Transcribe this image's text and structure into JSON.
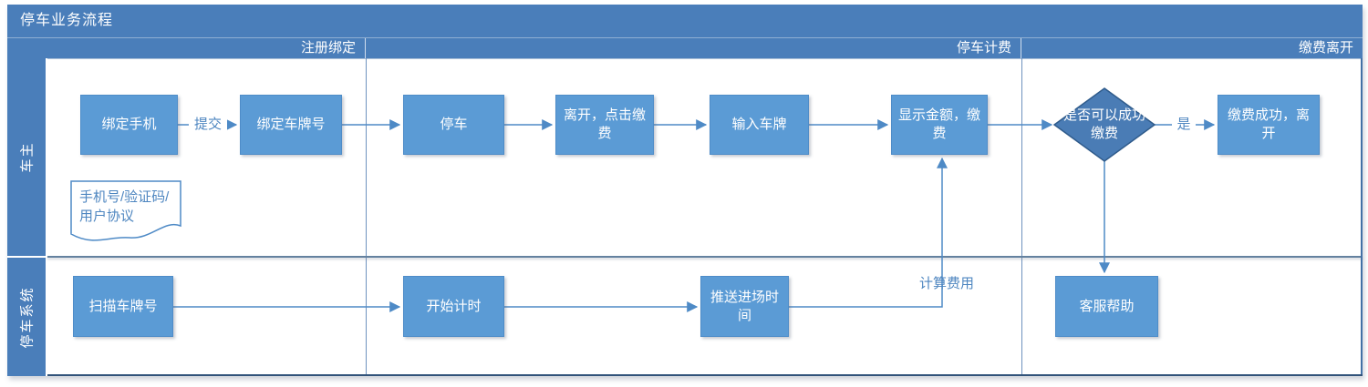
{
  "title": "停车业务流程",
  "phases": [
    {
      "label": "注册绑定"
    },
    {
      "label": "停车计费"
    },
    {
      "label": "缴费离开"
    }
  ],
  "lanes": [
    {
      "label": "车主"
    },
    {
      "label": "停车系统"
    }
  ],
  "nodes": {
    "bind_phone": "绑定手机",
    "bind_plate": "绑定车牌号",
    "park": "停车",
    "leave_click_pay": "离开，点击缴费",
    "enter_plate": "输入车牌",
    "show_amount_pay": "显示金额，缴费",
    "can_pay_success": "是否可以成功缴费",
    "pay_success_leave": "缴费成功，离开",
    "doc_note": "手机号/验证码/用户协议",
    "scan_plate": "扫描车牌号",
    "start_timer": "开始计时",
    "push_entry_time": "推送进场时间",
    "service_help": "客服帮助"
  },
  "edge_labels": {
    "submit": "提交",
    "yes": "是",
    "calc_fee": "计算费用"
  },
  "colors": {
    "band": "#4A7EBA",
    "node_fill": "#5B9BD5",
    "node_border": "#4E8CC8",
    "diamond_fill": "#4A7CB5",
    "diamond_border": "#2F5B8B",
    "connector": "#4E8AC6",
    "label_text": "#4E86C0",
    "lane_divider": "#64819F",
    "outer_border": "#31537A"
  }
}
